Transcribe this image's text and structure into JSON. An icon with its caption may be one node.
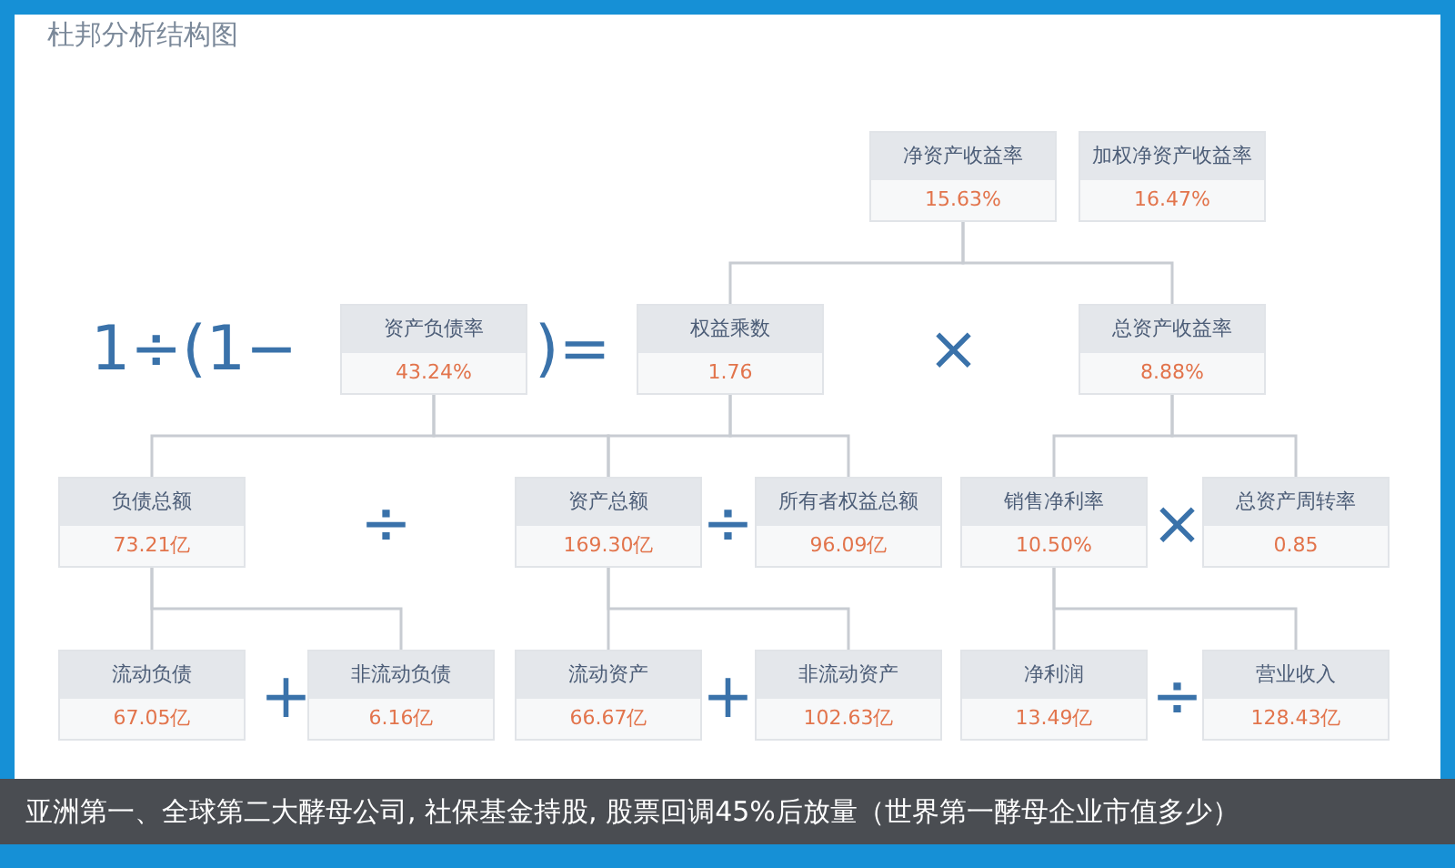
{
  "diagram": {
    "title": "杜邦分析结构图",
    "caption": "亚洲第一、全球第二大酵母公司, 社保基金持股, 股票回调45%后放量（世界第一酵母企业市值多少）",
    "nodes": [
      {
        "text": [
          "净资产收益率",
          "15.63%"
        ]
      },
      {
        "text": [
          "加权净资产收益率",
          "16.47%"
        ]
      },
      {
        "text": [
          "资产负债率",
          "43.24%"
        ]
      },
      {
        "text": [
          "权益乘数",
          "1.76"
        ]
      },
      {
        "text": [
          "总资产收益率",
          "8.88%"
        ]
      },
      {
        "text": [
          "负债总额",
          "73.21亿"
        ]
      },
      {
        "text": [
          "资产总额",
          "169.30亿"
        ]
      },
      {
        "text": [
          "所有者权益总额",
          "96.09亿"
        ]
      },
      {
        "text": [
          "销售净利率",
          "10.50%"
        ]
      },
      {
        "text": [
          "总资产周转率",
          "0.85"
        ]
      },
      {
        "text": [
          "流动负债",
          "67.05亿"
        ]
      },
      {
        "text": [
          "非流动负债",
          "6.16亿"
        ]
      },
      {
        "text": [
          "流动资产",
          "66.67亿"
        ]
      },
      {
        "text": [
          "非流动资产",
          "102.63亿"
        ]
      },
      {
        "text": [
          "净利润",
          "13.49亿"
        ]
      },
      {
        "text": [
          "营业收入",
          "128.43亿"
        ]
      }
    ],
    "edges": [
      {
        "from": 0,
        "to": 3,
        "arrow": "none"
      },
      {
        "from": 0,
        "to": 4,
        "arrow": "none"
      },
      {
        "from": 2,
        "to": 5,
        "arrow": "none"
      },
      {
        "from": 2,
        "to": 6,
        "arrow": "none"
      },
      {
        "from": 3,
        "to": 6,
        "arrow": "none"
      },
      {
        "from": 3,
        "to": 7,
        "arrow": "none"
      },
      {
        "from": 4,
        "to": 8,
        "arrow": "none"
      },
      {
        "from": 4,
        "to": 9,
        "arrow": "none"
      },
      {
        "from": 5,
        "to": 10,
        "arrow": "none"
      },
      {
        "from": 5,
        "to": 11,
        "arrow": "none"
      },
      {
        "from": 6,
        "to": 12,
        "arrow": "none"
      },
      {
        "from": 6,
        "to": 13,
        "arrow": "none"
      },
      {
        "from": 8,
        "to": 14,
        "arrow": "none"
      },
      {
        "from": 8,
        "to": 15,
        "arrow": "none"
      }
    ],
    "labels": [
      "1÷(1−",
      ")=",
      "×",
      "÷",
      "÷",
      "×",
      "+",
      "+",
      "÷"
    ]
  }
}
